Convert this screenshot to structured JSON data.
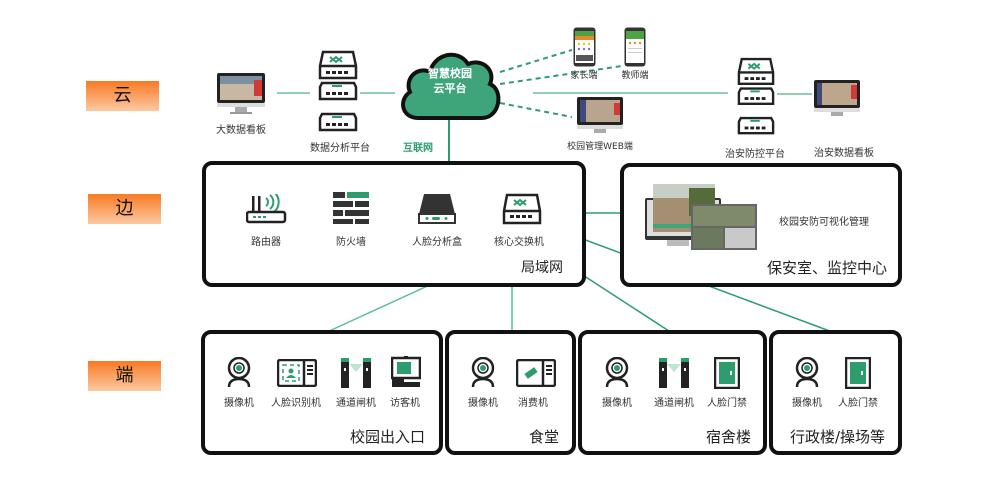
{
  "colors": {
    "accent": "#2e9d6e",
    "tier_label_top": "#f97a24",
    "tier_label_bottom": "#fbc9a2",
    "border": "#111111"
  },
  "tiers": {
    "cloud": "云",
    "edge": "边",
    "end": "端"
  },
  "cloud": {
    "platform_line1": "智慧校园",
    "platform_line2": "云平台",
    "internet_label": "互联网",
    "big_data_board": "大数据看板",
    "data_analysis_platform": "数据分析平台",
    "parent_app": "家长端",
    "teacher_app": "教师端",
    "web_portal": "校园管理WEB端",
    "security_platform": "治安防控平台",
    "security_data_board": "治安数据看板"
  },
  "edge": {
    "lan": {
      "title": "局域网",
      "devices": [
        {
          "icon": "router-icon",
          "label": "路由器"
        },
        {
          "icon": "firewall-icon",
          "label": "防火墙"
        },
        {
          "icon": "face-analysis-box-icon",
          "label": "人脸分析盒"
        },
        {
          "icon": "core-switch-icon",
          "label": "核心交换机"
        }
      ]
    },
    "security_room": {
      "title": "保安室、监控中心",
      "caption": "校园安防可视化管理"
    }
  },
  "end": {
    "groups": [
      {
        "title": "校园出入口",
        "devices": [
          "摄像机",
          "人脸识别机",
          "通道闸机",
          "访客机"
        ]
      },
      {
        "title": "食堂",
        "devices": [
          "摄像机",
          "消费机"
        ]
      },
      {
        "title": "宿舍楼",
        "devices": [
          "摄像机",
          "通道闸机",
          "人脸门禁"
        ]
      },
      {
        "title": "行政楼/操场等",
        "devices": [
          "摄像机",
          "人脸门禁"
        ]
      }
    ]
  }
}
